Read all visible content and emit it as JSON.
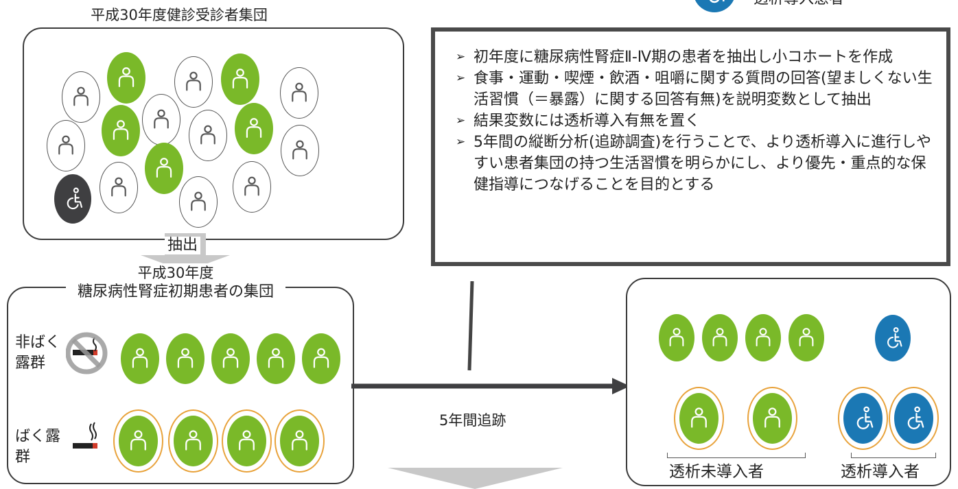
{
  "top_group": {
    "title": "平成30年度健診受診者集団"
  },
  "extract_arrow": {
    "label": "抽出"
  },
  "bottom_group": {
    "title_line1": "平成30年度",
    "title_line2": "糖尿病性腎症初期患者の集団"
  },
  "unexposed": {
    "label": "非ばく露群"
  },
  "exposed": {
    "label": "ばく露群"
  },
  "follow_up": {
    "label": "5年間追跡"
  },
  "outcome": {
    "non_dialysis": "透析未導入者",
    "dialysis": "透析導入者"
  },
  "legend": {
    "label": "透析導入患者"
  },
  "callout": {
    "items": [
      "初年度に糖尿病性腎症Ⅱ-Ⅳ期の患者を抽出し小コホートを作成",
      "食事・運動・喫煙・飲酒・咀嚼に関する質問の回答(望ましくない生活習慣（＝暴露）に関する回答有無)を説明変数として抽出",
      "結果変数には透析導入有無を置く",
      "5年間の縦断分析(追跡調査)を行うことで、より透析導入に進行しやすい患者集団の持つ生活習慣を明らかにし、より優先・重点的な保健指導につなげることを目的とする"
    ]
  },
  "colors": {
    "green": "#7ab929",
    "blue": "#1b78b4",
    "dark": "#3f3f41",
    "ring": "#e8a23a",
    "gray_arrow": "#c8c8c8"
  },
  "icons": [
    "person-icon",
    "wheelchair-icon",
    "no-smoking-icon",
    "cigarette-icon"
  ]
}
